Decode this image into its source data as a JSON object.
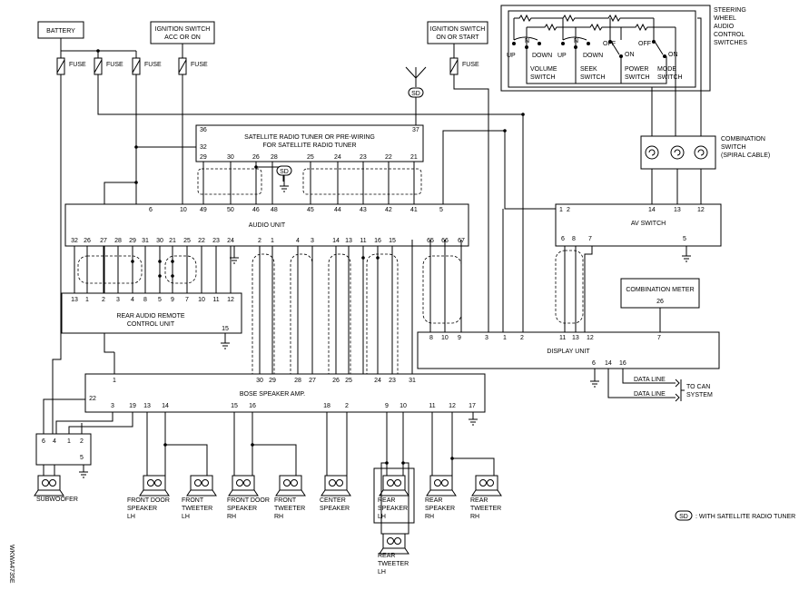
{
  "diagram": {
    "boxes": {
      "battery": "BATTERY",
      "ign_acc_1": "IGNITION SWITCH",
      "ign_acc_2": "ACC OR ON",
      "ign_on_1": "IGNITION SWITCH",
      "ign_on_2": "ON OR START",
      "sat_1": "SATELLITE RADIO TUNER OR PRE-WIRING",
      "sat_2": "FOR SATELLITE RADIO TUNER",
      "audio_unit": "AUDIO UNIT",
      "av_switch": "AV SWITCH",
      "rear_remote_1": "REAR AUDIO REMOTE",
      "rear_remote_2": "CONTROL UNIT",
      "combo_meter": "COMBINATION METER",
      "display_unit": "DISPLAY UNIT",
      "bose_amp": "BOSE SPEAKER AMP.",
      "steering_1": "STEERING",
      "steering_2": "WHEEL",
      "steering_3": "AUDIO",
      "steering_4": "CONTROL",
      "steering_5": "SWITCHES",
      "combo_switch_1": "COMBINATION",
      "combo_switch_2": "SWITCH",
      "combo_switch_3": "(SPIRAL CABLE)"
    },
    "fuse": "FUSE",
    "sd": "SD",
    "sw": {
      "up": "UP",
      "down": "DOWN",
      "n": "N",
      "off": "OFF",
      "on": "ON",
      "volume_1": "VOLUME",
      "volume_2": "SWITCH",
      "seek_1": "SEEK",
      "seek_2": "SWITCH",
      "power_1": "POWER",
      "power_2": "SWITCH",
      "mode_1": "MODE",
      "mode_2": "SWITCH"
    },
    "data_line": "DATA LINE",
    "to_can_1": "TO CAN",
    "to_can_2": "SYSTEM",
    "legend_text": ": WITH SATELLITE RADIO TUNER",
    "code": "WKWA4735E",
    "speakers": {
      "sub_1": "SUBWOOFER",
      "fd_lh_1": "FRONT DOOR",
      "fd_lh_2": "SPEAKER",
      "fd_lh_3": "LH",
      "ft_lh_1": "FRONT",
      "ft_lh_2": "TWEETER",
      "ft_lh_3": "LH",
      "fd_rh_1": "FRONT DOOR",
      "fd_rh_2": "SPEAKER",
      "fd_rh_3": "RH",
      "ft_rh_1": "FRONT",
      "ft_rh_2": "TWEETER",
      "ft_rh_3": "RH",
      "center_1": "CENTER",
      "center_2": "SPEAKER",
      "rs_lh_1": "REAR",
      "rs_lh_2": "SPEAKER",
      "rs_lh_3": "LH",
      "rt_lh_1": "REAR",
      "rt_lh_2": "TWEETER",
      "rt_lh_3": "LH",
      "rs_rh_1": "REAR",
      "rs_rh_2": "SPEAKER",
      "rs_rh_3": "RH",
      "rt_rh_1": "REAR",
      "rt_rh_2": "TWEETER",
      "rt_rh_3": "RH"
    },
    "pins": {
      "sat_top": [
        "36",
        "32",
        "37"
      ],
      "sat_bottom": [
        "29",
        "30",
        "26",
        "28",
        "25",
        "24",
        "23",
        "22",
        "21"
      ],
      "audio_top": [
        "6",
        "10",
        "49",
        "50",
        "46",
        "48",
        "45",
        "44",
        "43",
        "42",
        "41",
        "5"
      ],
      "audio_bottom": [
        "32",
        "26",
        "27",
        "28",
        "29",
        "31",
        "30",
        "21",
        "25",
        "22",
        "23",
        "24",
        "2",
        "1",
        "4",
        "3",
        "14",
        "13",
        "11",
        "16",
        "15",
        "65",
        "66",
        "67"
      ],
      "av_top": [
        "1",
        "2",
        "14",
        "13",
        "12"
      ],
      "av_bottom": [
        "6",
        "8",
        "7",
        "5"
      ],
      "remote": [
        "13",
        "1",
        "2",
        "3",
        "4",
        "8",
        "5",
        "9",
        "7",
        "10",
        "11",
        "12",
        "15"
      ],
      "combo_meter": [
        "26"
      ],
      "display_top": [
        "8",
        "10",
        "9",
        "3",
        "1",
        "2",
        "11",
        "13",
        "12",
        "7"
      ],
      "display_bottom": [
        "6",
        "14",
        "16"
      ],
      "bose_top": [
        "1",
        "30",
        "29",
        "28",
        "27",
        "26",
        "25",
        "24",
        "23",
        "31"
      ],
      "bose_bottom": [
        "22",
        "3",
        "19",
        "13",
        "14",
        "15",
        "16",
        "18",
        "2",
        "9",
        "10",
        "11",
        "12",
        "17"
      ],
      "sub_conn": [
        "6",
        "4",
        "1",
        "2",
        "5"
      ]
    }
  }
}
